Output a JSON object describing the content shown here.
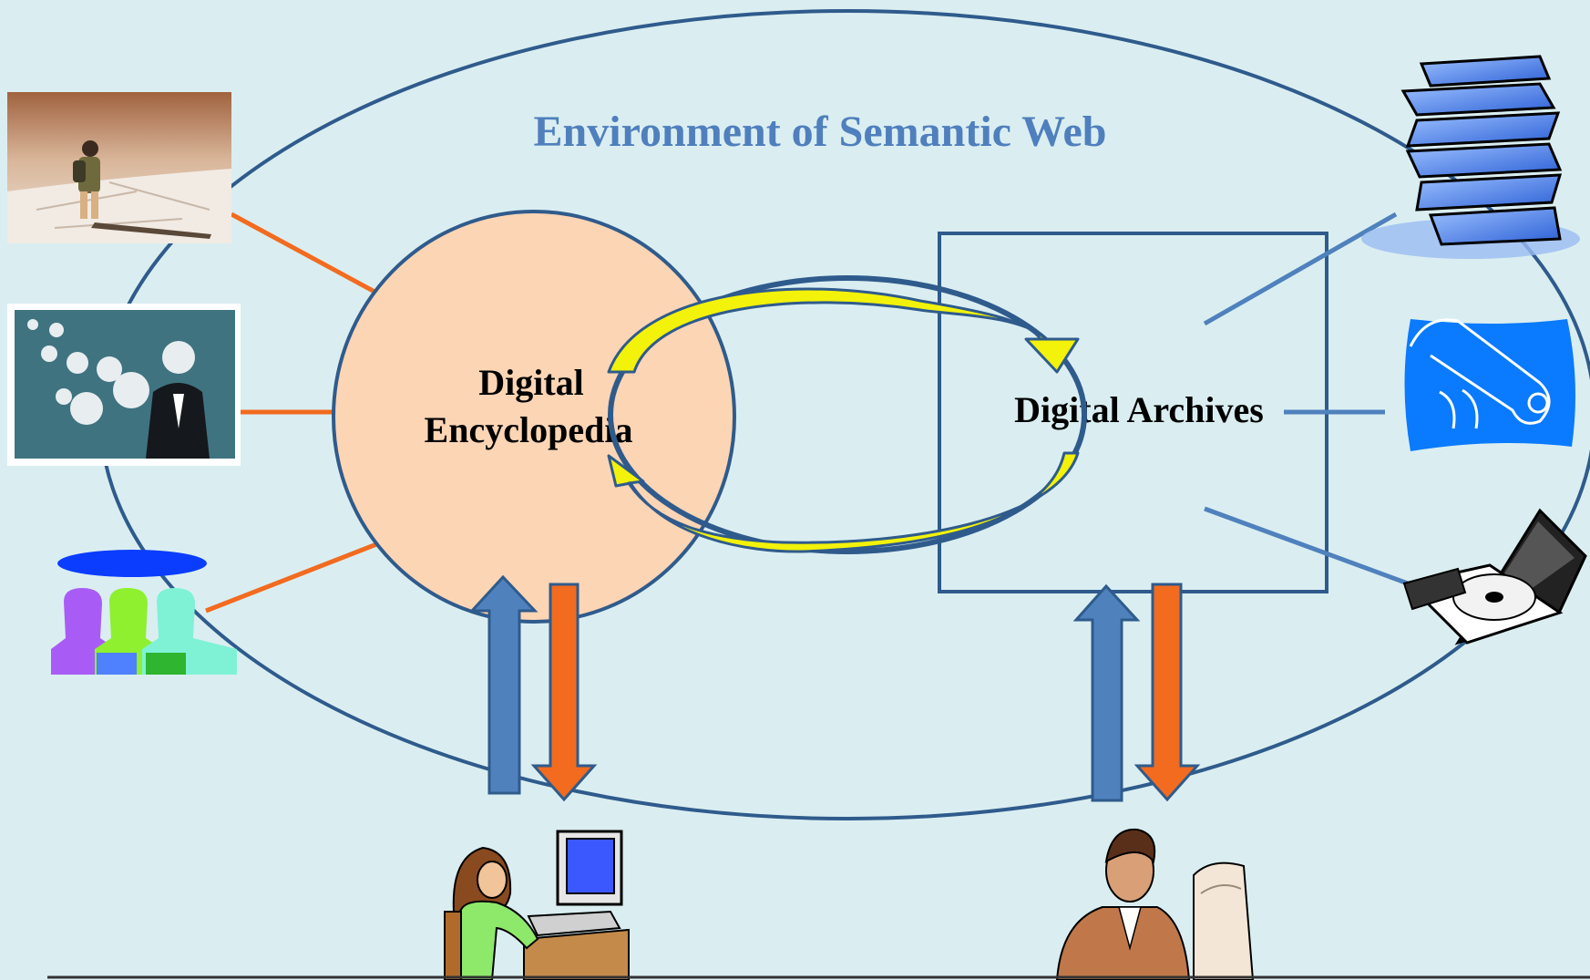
{
  "diagram": {
    "environment_label": "Environment of Semantic Web",
    "encyclopedia_label_line1": "Digital",
    "encyclopedia_label_line2": "Encyclopedia",
    "archives_label": "Digital Archives"
  },
  "colors": {
    "background": "#daeef1",
    "ellipse_stroke": "#2f5b8c",
    "environment_text": "#4f7fbd",
    "encyclopedia_fill": "#fcd5b4",
    "orange": "#f26b1f",
    "blue": "#4f81bd",
    "yellow_arrow": "#f2f20a",
    "text": "#000000"
  },
  "icons": {
    "left": [
      "explorer-photo",
      "clocks-businessman-photo",
      "people-group-clipart"
    ],
    "right": [
      "book-stack-icon",
      "diploma-scroll-icon",
      "floppy-cd-laptop-icon"
    ],
    "bottom": [
      "woman-at-computer-clipart",
      "man-at-computer-clipart"
    ]
  }
}
